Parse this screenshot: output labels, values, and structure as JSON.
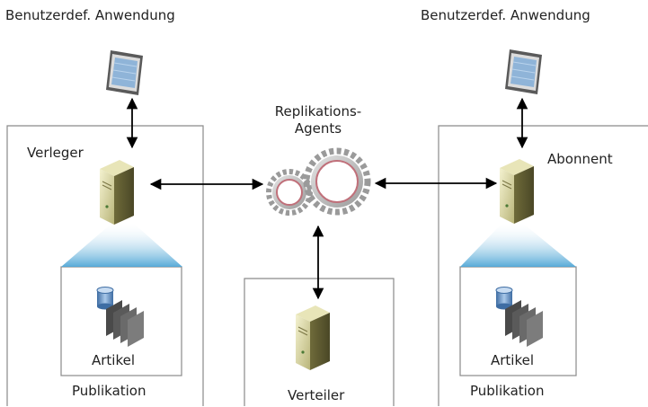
{
  "labels": {
    "custom_app_left": "Benutzerdef. Anwendung",
    "custom_app_right": "Benutzerdef. Anwendung",
    "agents_line1": "Replikations-",
    "agents_line2": "Agents",
    "publisher": "Verleger",
    "subscriber": "Abonnent",
    "distributor": "Verteiler",
    "article_left": "Artikel",
    "article_right": "Artikel",
    "publication_left": "Publikation",
    "publication_right": "Publikation"
  },
  "colors": {
    "box_border": "#8a8a8a",
    "arrow": "#000000",
    "server_body": "#c8c48a",
    "beam": "#6fb7dd",
    "monitor_screen": "#8fb4d8",
    "gear_fill": "#c9c9c9",
    "gear_ring": "#c0707a",
    "database": "#4f7fb5"
  },
  "icons": {
    "monitor": "monitor-icon",
    "server": "server-icon",
    "gears": "gears-icon",
    "database": "database-icon",
    "articles": "article-stack-icon"
  }
}
